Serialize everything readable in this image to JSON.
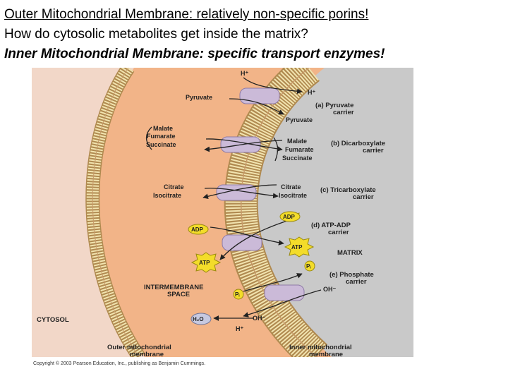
{
  "header": {
    "line1": "Outer Mitochondrial Membrane: relatively non-specific porins!",
    "line2": "How do cytosolic metabolites get inside the matrix?",
    "line3": "Inner Mitochondrial Membrane: specific transport enzymes!"
  },
  "diagram": {
    "regions": {
      "intermembrane_line1": "INTERMEMBRANE",
      "intermembrane_line2": "SPACE",
      "cytosol": "CYTOSOL",
      "matrix": "MATRIX"
    },
    "membranes": {
      "outer_line1": "Outer mitochondrial",
      "outer_line2": "membrane",
      "inner_line1": "Inner mitochondrial",
      "inner_line2": "membrane"
    },
    "carriers": {
      "a_line1": "(a) Pyruvate",
      "a_line2": "carrier",
      "b_line1": "(b) Dicarboxylate",
      "b_line2": "carrier",
      "c_line1": "(c) Tricarboxylate",
      "c_line2": "carrier",
      "d_line1": "(d) ATP-ADP",
      "d_line2": "carrier",
      "e_line1": "(e) Phosphate",
      "e_line2": "carrier"
    },
    "metabolites": {
      "h_plus": "H⁺",
      "pyruvate": "Pyruvate",
      "malate": "Malate",
      "fumarate": "Fumarate",
      "succinate": "Succinate",
      "citrate": "Citrate",
      "isocitrate": "Isocitrate",
      "adp": "ADP",
      "atp": "ATP",
      "pi": "Pᵢ",
      "oh_minus": "OH⁻",
      "h2o": "H₂O"
    },
    "copyright": "Copyright © 2003 Pearson Education, Inc., publishing as Benjamin Cummings.",
    "colors": {
      "intermembrane": "#f2b488",
      "outer_bg": "#f2d7c8",
      "matrix": "#c9c9c9",
      "membrane": "#f2e4b0",
      "carrier": "#cbbad8",
      "atp": "#f3dc2a"
    }
  }
}
